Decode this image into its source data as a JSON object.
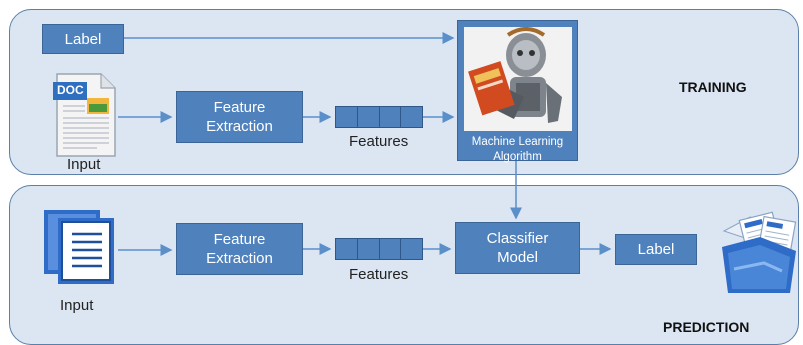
{
  "training": {
    "title": "TRAINING",
    "label_box": "Label",
    "input_caption": "Input",
    "doc_icon_text": "DOC",
    "feature_extraction_line1": "Feature",
    "feature_extraction_line2": "Extraction",
    "features_caption": "Features",
    "ml_line1": "Machine Learning",
    "ml_line2": "Algorithm"
  },
  "prediction": {
    "title": "PREDICTION",
    "input_caption": "Input",
    "feature_extraction_line1": "Feature",
    "feature_extraction_line2": "Extraction",
    "features_caption": "Features",
    "classifier_line1": "Classifier",
    "classifier_line2": "Model",
    "label_box": "Label"
  },
  "colors": {
    "panel_fill": "#dce6f2",
    "panel_border": "#5b7fa8",
    "box_fill": "#4f81bd",
    "arrow": "#5b8fc9"
  }
}
